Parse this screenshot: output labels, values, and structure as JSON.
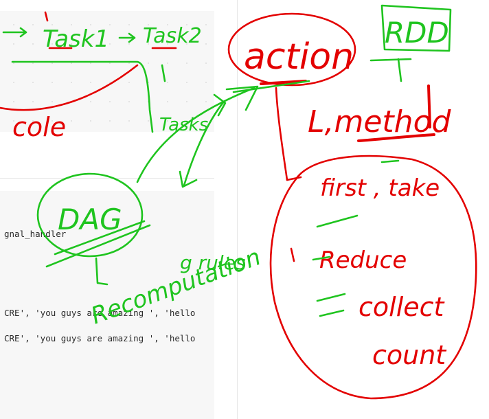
{
  "notebook": {
    "code_lines": [
      "gnal_handler",
      "CRE', 'you guys are amazing ', 'hello",
      "CRE', 'you guys are amazing ', 'hello"
    ]
  },
  "annotations": {
    "colors": {
      "red": "#e30000",
      "green": "#1fc41f"
    },
    "left": {
      "task1": "Task1",
      "task2": "Task2",
      "tasks": "Tasks",
      "cole": "cole"
    },
    "center": {
      "dag": "DAG",
      "rules": "g rules",
      "recomputation": "Recomputation"
    },
    "right": {
      "action": "action",
      "rdd": "RDD",
      "method": "L,method",
      "first_take": "first , take",
      "reduce": "Reduce",
      "collect": "collect",
      "count": "count"
    }
  }
}
